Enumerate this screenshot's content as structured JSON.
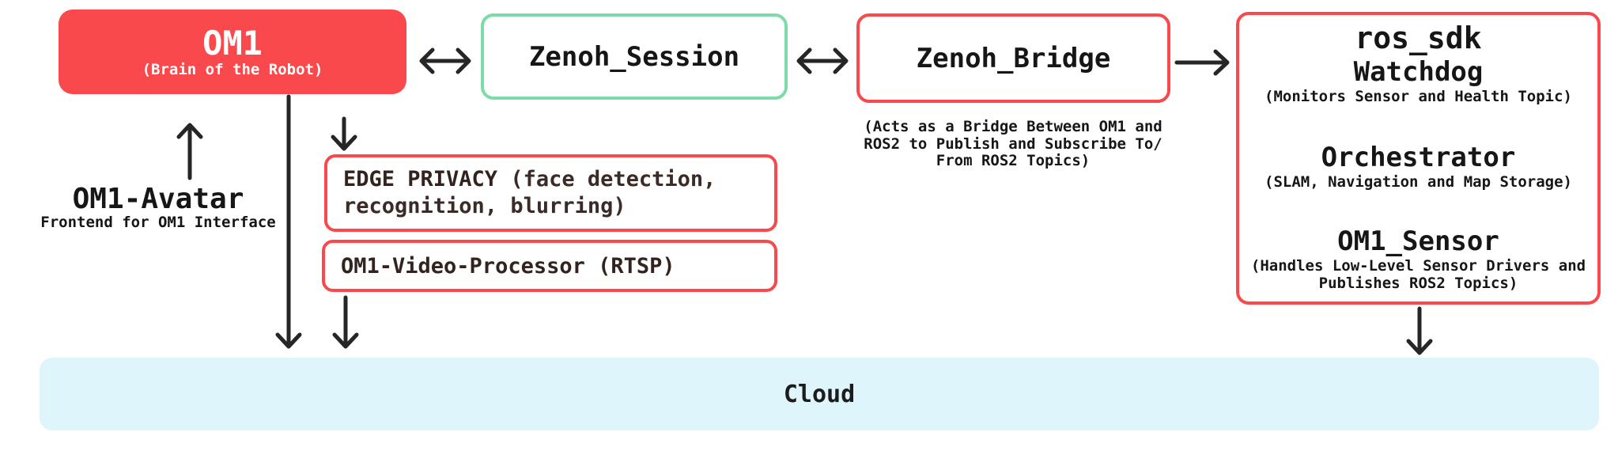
{
  "colors": {
    "red": "#F9494D",
    "green": "#7EDBA9",
    "cloud": "#DEF5FC",
    "ink": "#161616",
    "boxtext": "#33231E",
    "arrow": "#262626"
  },
  "nodes": {
    "om1": {
      "title": "OM1",
      "subtitle": "(Brain of the Robot)"
    },
    "zenoh_session": {
      "title": "Zenoh_Session"
    },
    "zenoh_bridge": {
      "title": "Zenoh_Bridge",
      "caption": [
        "(Acts as a Bridge Between OM1 and",
        "ROS2 to Publish and Subscribe To/",
        "From ROS2 Topics)"
      ]
    },
    "ros_sdk": {
      "title": "ros_sdk",
      "components": [
        {
          "name": "Watchdog",
          "description": "(Monitors Sensor and Health Topic)"
        },
        {
          "name": "Orchestrator",
          "description": "(SLAM, Navigation and Map Storage)"
        },
        {
          "name": "OM1_Sensor",
          "description": "(Handles Low-Level Sensor Drivers and Publishes ROS2 Topics)"
        }
      ]
    },
    "om1_avatar": {
      "title": "OM1-Avatar",
      "subtitle": "Frontend for OM1 Interface"
    },
    "edge_privacy": {
      "label_bold": "EDGE PRIVACY",
      "label_rest": " (face detection, recognition, blurring)"
    },
    "video_processor": {
      "label": "OM1-Video-Processor (RTSP)"
    },
    "cloud": {
      "label": "Cloud"
    }
  }
}
